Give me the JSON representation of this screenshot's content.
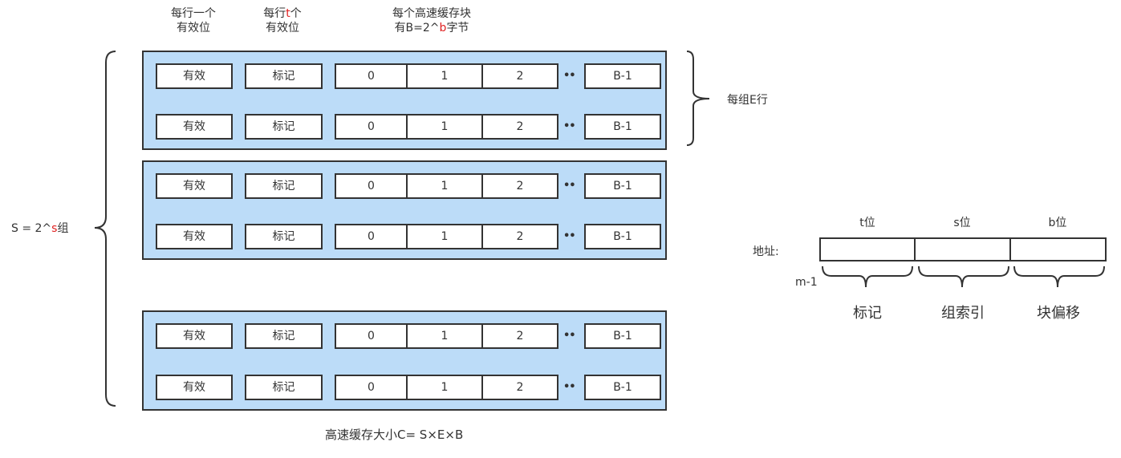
{
  "header": {
    "col_valid": [
      "每行一个",
      "有效位"
    ],
    "col_tag": {
      "pre": "每行",
      "hl": "t",
      "post": "个",
      "line2": "有效位"
    },
    "col_block": {
      "line1": "每个高速缓存块",
      "pre": "有B=2^",
      "hl": "b",
      "post": "字节"
    }
  },
  "line": {
    "valid": "有效",
    "tag": "标记",
    "bytes": [
      "0",
      "1",
      "2"
    ],
    "ellipsis": "••",
    "last": "B-1"
  },
  "sets_label": {
    "pre": "S = 2^",
    "hl": "s",
    "post": "组"
  },
  "rows_per_set_label": "每组E行",
  "capacity_label": "高速缓存大小C= S×E×B",
  "address": {
    "label": "地址:",
    "msb_label": "m-1",
    "fields": [
      {
        "bits": "t位",
        "name": "标记"
      },
      {
        "bits": "s位",
        "name": "组索引"
      },
      {
        "bits": "b位",
        "name": "块偏移"
      }
    ]
  },
  "colors": {
    "set_fill": "#bcdcf8",
    "border": "#333333",
    "highlight": "#e02020"
  }
}
